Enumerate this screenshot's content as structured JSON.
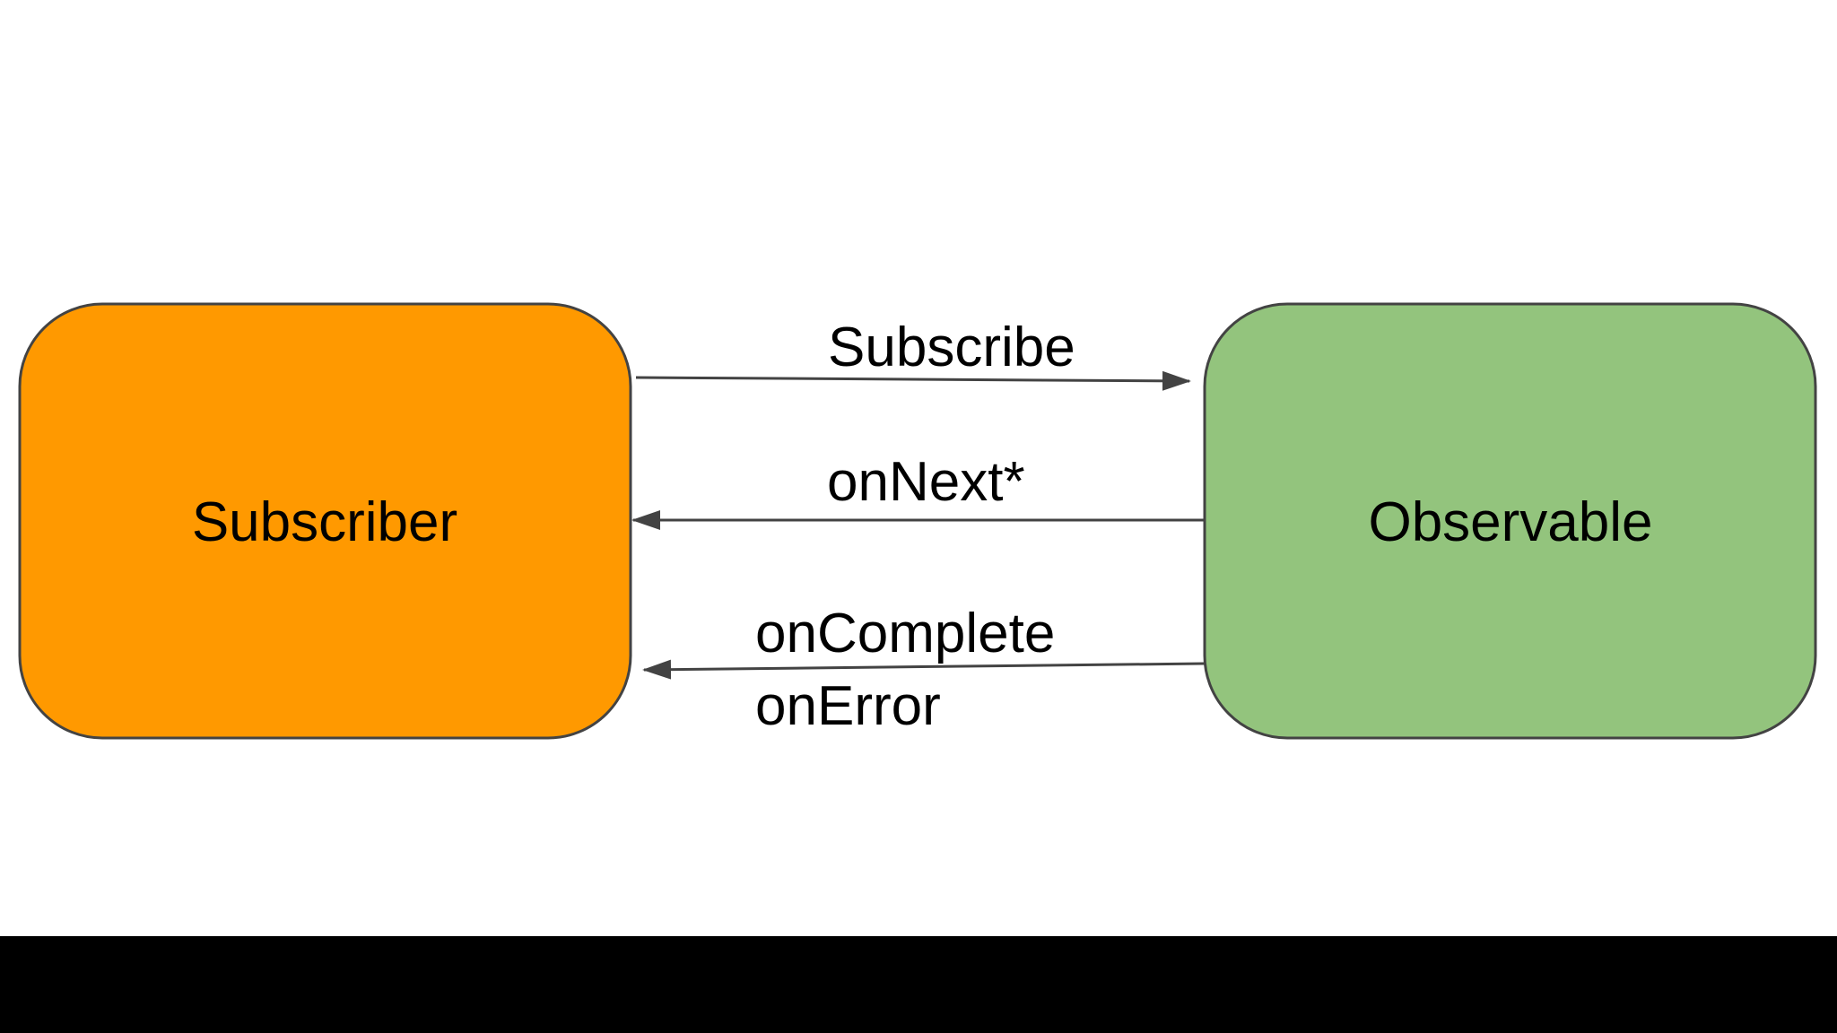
{
  "colors": {
    "subscriber_fill": "#FF9900",
    "observable_fill": "#93C47D",
    "stroke": "#434343",
    "background": "#FFFFFF",
    "bottom_bar": "#000000"
  },
  "nodes": {
    "subscriber": {
      "label": "Subscriber"
    },
    "observable": {
      "label": "Observable"
    }
  },
  "edges": {
    "subscribe": {
      "label": "Subscribe",
      "from": "Subscriber",
      "to": "Observable"
    },
    "on_next": {
      "label": "onNext*",
      "from": "Observable",
      "to": "Subscriber"
    },
    "on_complete_error": {
      "label_line1": "onComplete",
      "label_line2": "onError",
      "from": "Observable",
      "to": "Subscriber"
    }
  }
}
